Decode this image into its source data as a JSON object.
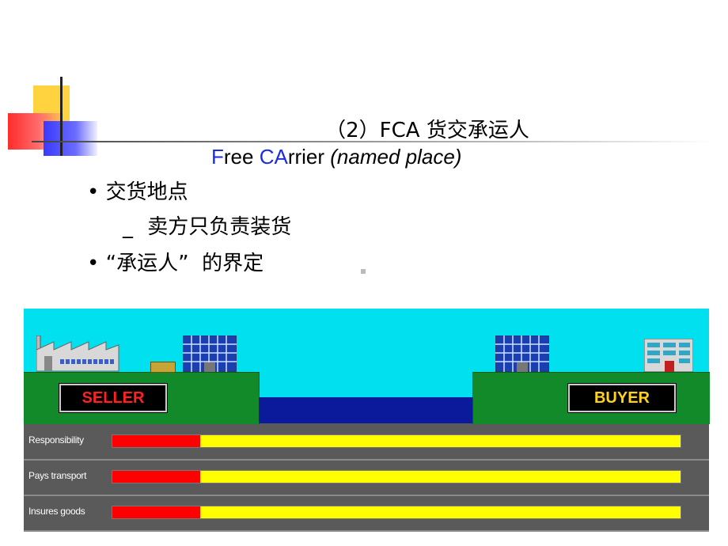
{
  "slide": {
    "title_cn": "（2）FCA 货交承运人",
    "title_en": {
      "part1_accent": "F",
      "part1_rest": "ree ",
      "part2_accent": "CA",
      "part2_rest": "rrier ",
      "part3_italic": "(named place)"
    },
    "bullets": [
      {
        "marker": "•",
        "text": "交货地点"
      },
      {
        "marker": "_",
        "text": "卖方只负责装货"
      },
      {
        "marker": "•",
        "text": "“承运人”  的界定"
      }
    ]
  },
  "diagram": {
    "seller_label": "SELLER",
    "buyer_label": "BUYER",
    "rows": [
      {
        "label": "Responsibility",
        "seller_share": 0.155
      },
      {
        "label": "Pays transport",
        "seller_share": 0.155
      },
      {
        "label": "Insures goods",
        "seller_share": 0.155
      }
    ],
    "colors": {
      "sky": "#00e0ee",
      "land": "#128a2a",
      "water": "#0a1a9a",
      "seller_bar": "#ff0000",
      "buyer_bar": "#ffff00",
      "accent_text": "#1a2ee0"
    }
  }
}
